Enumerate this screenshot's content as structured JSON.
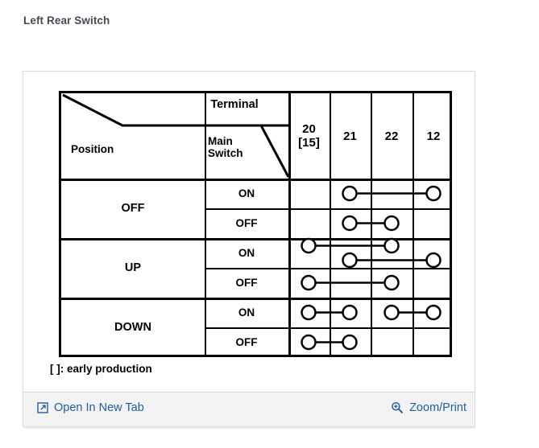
{
  "page": {
    "title": "Left Rear Switch"
  },
  "figure": {
    "caption": "[ ]: early production",
    "table": {
      "corner_labels": {
        "terminal": "Terminal",
        "position": "Position",
        "main_switch": "Main\nSwitch"
      },
      "position_header": "Position",
      "main_switch_header_line1": "Main",
      "main_switch_header_line2": "Switch",
      "terminal_header": "Terminal",
      "terminal_columns": [
        {
          "label_line1": "20",
          "label_line2": "[15]"
        },
        {
          "label_line1": "21",
          "label_line2": ""
        },
        {
          "label_line1": "22",
          "label_line2": ""
        },
        {
          "label_line1": "12",
          "label_line2": ""
        }
      ],
      "groups": [
        {
          "position": "OFF",
          "rows": [
            {
              "main_switch": "ON",
              "connections": [
                {
                  "from": 1,
                  "to": 3,
                  "offset": 0
                }
              ],
              "terminals": [
                1,
                2,
                3
              ]
            },
            {
              "main_switch": "OFF",
              "connections": [
                {
                  "from": 1,
                  "to": 2,
                  "offset": 0
                }
              ],
              "terminals": [
                1,
                2
              ]
            }
          ]
        },
        {
          "position": "UP",
          "rows": [
            {
              "main_switch": "ON",
              "connections": [
                {
                  "from": 0,
                  "to": 2,
                  "offset": -9
                },
                {
                  "from": 1,
                  "to": 3,
                  "offset": 9
                }
              ],
              "terminals": [
                0,
                1,
                2,
                3
              ]
            },
            {
              "main_switch": "OFF",
              "connections": [
                {
                  "from": 0,
                  "to": 2,
                  "offset": 0
                }
              ],
              "terminals": [
                0,
                2
              ]
            }
          ]
        },
        {
          "position": "DOWN",
          "rows": [
            {
              "main_switch": "ON",
              "connections": [
                {
                  "from": 0,
                  "to": 1,
                  "offset": 0
                },
                {
                  "from": 2,
                  "to": 3,
                  "offset": 0
                }
              ],
              "terminals": [
                0,
                1,
                2,
                3
              ]
            },
            {
              "main_switch": "OFF",
              "connections": [
                {
                  "from": 0,
                  "to": 1,
                  "offset": 0
                }
              ],
              "terminals": [
                0,
                1
              ]
            }
          ]
        }
      ]
    }
  },
  "footer": {
    "open_in_new_tab": "Open In New Tab",
    "zoom_print": "Zoom/Print",
    "link_color": "#1d5fa8",
    "bar_color": "#f3f3f3"
  }
}
